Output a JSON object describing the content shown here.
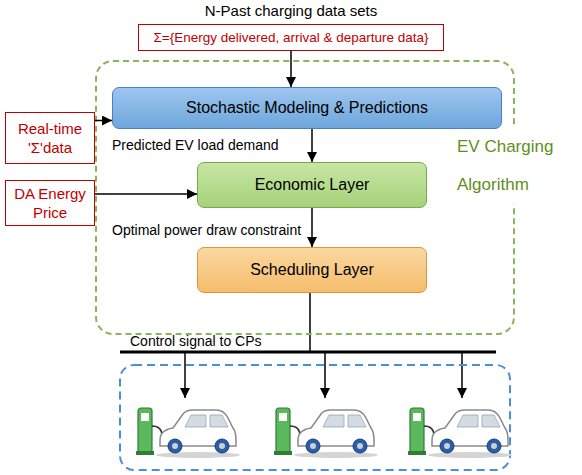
{
  "diagram": {
    "nodes": [
      {
        "text": [
          "N-Past charging data sets",
          "Σ={Energy delivered, arrival & departure data}"
        ]
      },
      {
        "text": [
          "EV Charging Algorithm"
        ]
      },
      {
        "text": [
          "Stochastic Modeling & Predictions"
        ],
        "in": 1
      },
      {
        "text": [
          "Real-time 'Σ'data"
        ]
      },
      {
        "text": [
          "Economic Layer"
        ],
        "in": 1
      },
      {
        "text": [
          "DA Energy Price"
        ]
      },
      {
        "text": [
          "Scheduling Layer"
        ],
        "in": 1
      }
    ],
    "edges": [
      {
        "from": 0,
        "to": 2,
        "arrow": "to"
      },
      {
        "from": 3,
        "to": 2,
        "arrow": "to"
      },
      {
        "from": 2,
        "to": 4,
        "arrow": "to",
        "label": "Predicted EV load demand"
      },
      {
        "from": 5,
        "to": 4,
        "arrow": "to"
      },
      {
        "from": 4,
        "to": 6,
        "arrow": "to",
        "label": "Optimal power draw constraint"
      }
    ],
    "labels": [
      "Control signal to CPs"
    ]
  }
}
